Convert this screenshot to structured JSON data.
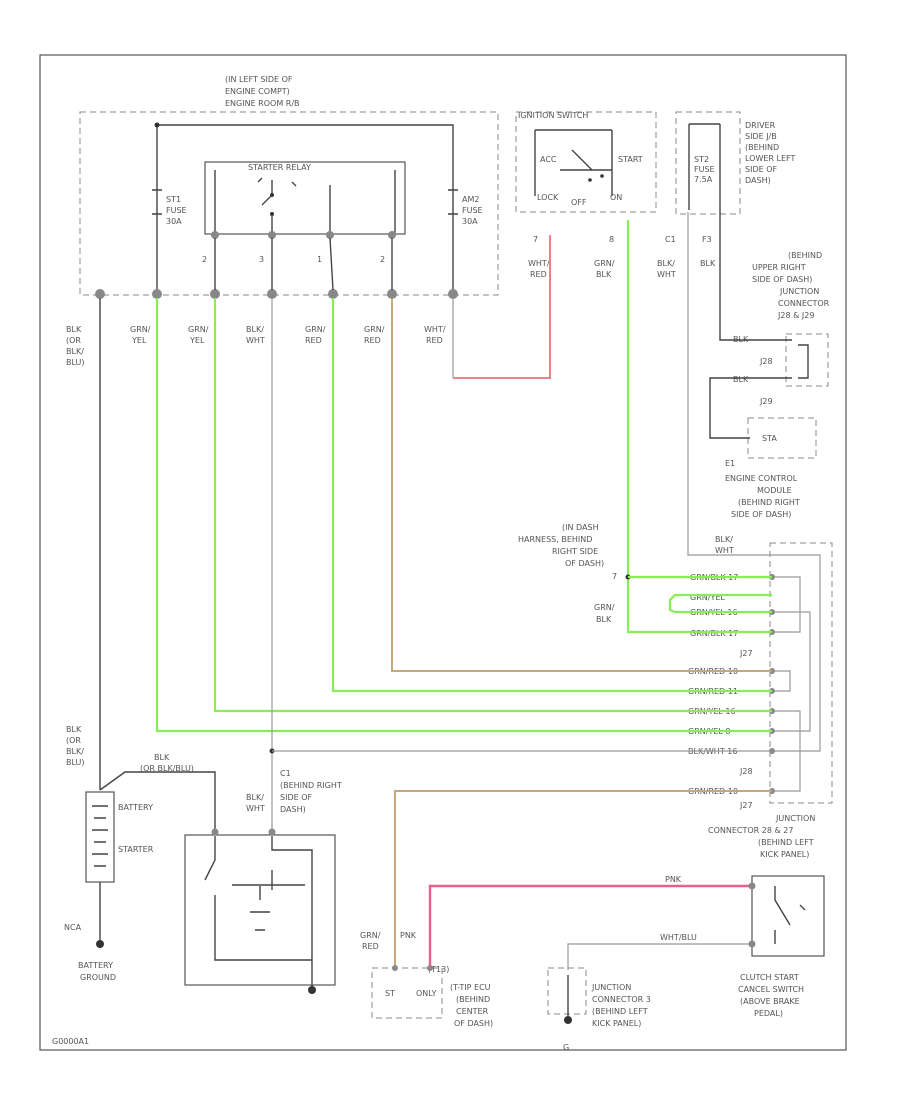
{
  "labels": {
    "fuse_box_title": [
      "(IN LEFT SIDE OF",
      "ENGINE COMPT)",
      "ENGINE ROOM R/B"
    ],
    "starter_relay": "STARTER RELAY",
    "st1_fuse": [
      "ST1",
      "FUSE",
      "30A"
    ],
    "am2_fuse": [
      "AM2",
      "FUSE",
      "30A"
    ],
    "ignition_switch": "IGNITION SWITCH",
    "ign_acc": "ACC",
    "ign_start": "START",
    "ign_lock": "LOCK",
    "ign_off": "OFF",
    "ign_on": "ON",
    "st2_fuse": [
      "ST2",
      "FUSE",
      "7.5A"
    ],
    "driver_side_jb": [
      "DRIVER",
      "SIDE J/B",
      "(BEHIND",
      "LOWER LEFT",
      "SIDE OF",
      "DASH)"
    ],
    "upper_right_jc": [
      "(BEHIND",
      "UPPER RIGHT",
      "SIDE OF DASH)",
      "JUNCTION",
      "CONNECTOR",
      "J28 & J29"
    ],
    "ecm": [
      "ENGINE CONTROL",
      "MODULE",
      "(BEHIND RIGHT",
      "SIDE OF DASH)"
    ],
    "ecm_pin": "STA",
    "ecm_e1": "E1",
    "harness": [
      "(IN DASH",
      "HARNESS, BEHIND",
      "RIGHT SIDE",
      "OF DASH)"
    ],
    "grn_blk_label": [
      "GRN/",
      "BLK"
    ],
    "blk_wht_label": [
      "BLK/",
      "WHT"
    ],
    "j27": "J27",
    "j28": "J28",
    "j29": "J29",
    "jc_28_27": [
      "JUNCTION",
      "CONNECTOR 28 & 27",
      "(BEHIND LEFT",
      "KICK PANEL)"
    ],
    "battery": "BATTERY",
    "starter": "STARTER",
    "battery_ground": [
      "BATTERY",
      "GROUND"
    ],
    "nca": "NCA",
    "c1_behind": [
      "C1",
      "(BEHIND RIGHT",
      "SIDE OF",
      "DASH)"
    ],
    "blk_wht_c1": [
      "BLK/",
      "WHT"
    ],
    "blk_left": [
      "BLK",
      "(OR",
      "BLK/",
      "BLU)"
    ],
    "blk_left2": [
      "BLK",
      "(OR",
      "BLK/",
      "BLU)"
    ],
    "blk_batt": [
      "BLK",
      "(OR BLK/BLU)"
    ],
    "grn_red_bottom": [
      "GRN/",
      "RED"
    ],
    "pnk": "PNK",
    "pnk_right": "PNK",
    "wht_blu": "WHT/BLU",
    "tpms_ecu": [
      "ST",
      "ONLY",
      "(T-TIP ECU",
      "(BEHIND",
      "CENTER",
      "OF DASH)"
    ],
    "tpms_pin": "(T13)",
    "jc3": [
      "JUNCTION",
      "CONNECTOR 3",
      "(BEHIND LEFT",
      "KICK PANEL)"
    ],
    "clutch_switch": [
      "CLUTCH START",
      "CANCEL SWITCH",
      "(ABOVE BRAKE",
      "PEDAL)"
    ],
    "corner": "G0000A1",
    "ground_mark": "G",
    "relay_pins": [
      "2",
      "3",
      "1",
      "2"
    ],
    "ign_pins": [
      "7",
      "8"
    ],
    "jb_pins": [
      "C1",
      "F3"
    ],
    "wire_top": [
      "GRN/",
      "YEL",
      "GRN/",
      "YEL",
      "BLK/",
      "WHT",
      "GRN/",
      "RED",
      "GRN/",
      "RED",
      "WHT/",
      "RED"
    ],
    "ign_wires": [
      "WHT/",
      "RED",
      "GRN/",
      "BLK",
      "BLK/",
      "WHT",
      "BLK"
    ],
    "jc_rows": [
      "GRN/BLK 17",
      "GRN/YEL",
      "GRN/YEL 16",
      "GRN/BLK 17",
      "GRN/RED 10",
      "GRN/RED 11",
      "GRN/YEL 16",
      "GRN/YEL 8",
      "BLK/WHT 16",
      "GRN/RED 10"
    ],
    "jc_row_labels": [
      "J27",
      "J28",
      "J27"
    ],
    "j28_label_top": "J28",
    "j28_b_label": "BLK/ WHT",
    "ecm_wire_a": "BLK",
    "ecm_wire_b": "BLK",
    "grn_blk_wire": [
      "GRN/",
      "BLK"
    ],
    "junction_pin": "7"
  }
}
